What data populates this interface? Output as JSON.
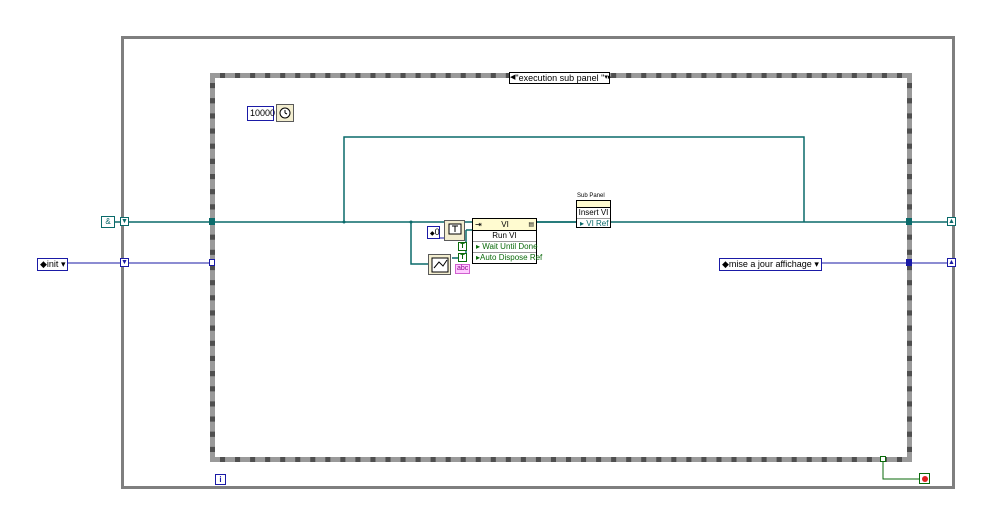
{
  "case_selector": {
    "label": "\"execution sub panel \""
  },
  "wait_timeout": {
    "value": "10000"
  },
  "index_const": {
    "value": "0"
  },
  "init_enum": {
    "label": "init"
  },
  "mise_enum": {
    "label": "mise a jour affichage"
  },
  "ref_left_label": "&",
  "invoke_node": {
    "class": "VI",
    "method": "Run VI",
    "params": [
      "Wait Until Done",
      "Auto Dispose Ref"
    ]
  },
  "true_const": "T",
  "string_const": "abc",
  "subpanel": {
    "title": "Sub Panel",
    "method": "Insert VI",
    "param": "VI Ref"
  },
  "iteration_terminal": "i",
  "colors": {
    "refnum_wire": "#0a6a6a",
    "enum_wire": "#1a1aa6",
    "bool_wire": "#0a6a0a"
  }
}
